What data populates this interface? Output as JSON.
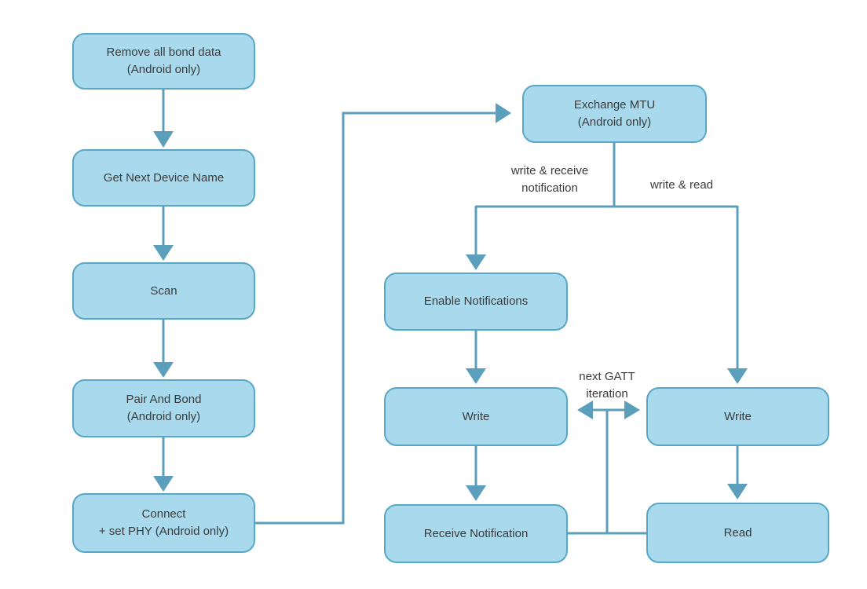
{
  "diagram": {
    "nodes": {
      "remove_bond_data": {
        "label": "Remove all bond data\n(Android only)"
      },
      "get_next_device_name": {
        "label": "Get Next Device Name"
      },
      "scan": {
        "label": "Scan"
      },
      "pair_and_bond": {
        "label": "Pair And Bond\n(Android only)"
      },
      "connect_set_phy": {
        "label": "Connect\n+ set PHY (Android only)"
      },
      "exchange_mtu": {
        "label": "Exchange MTU\n(Android only)"
      },
      "enable_notifications": {
        "label": "Enable Notifications"
      },
      "write_notify_branch": {
        "label": "Write"
      },
      "receive_notification": {
        "label": "Receive Notification"
      },
      "write_read_branch": {
        "label": "Write"
      },
      "read": {
        "label": "Read"
      }
    },
    "edge_labels": {
      "write_receive_notification": "write & receive\nnotification",
      "write_read": "write & read",
      "next_gatt_iteration": "next GATT\niteration"
    },
    "colors": {
      "node_fill": "#a8d9ec",
      "node_border": "#58a7c6",
      "connector": "#5b9fbd",
      "text": "#3b3b3b",
      "background": "#ffffff"
    }
  }
}
